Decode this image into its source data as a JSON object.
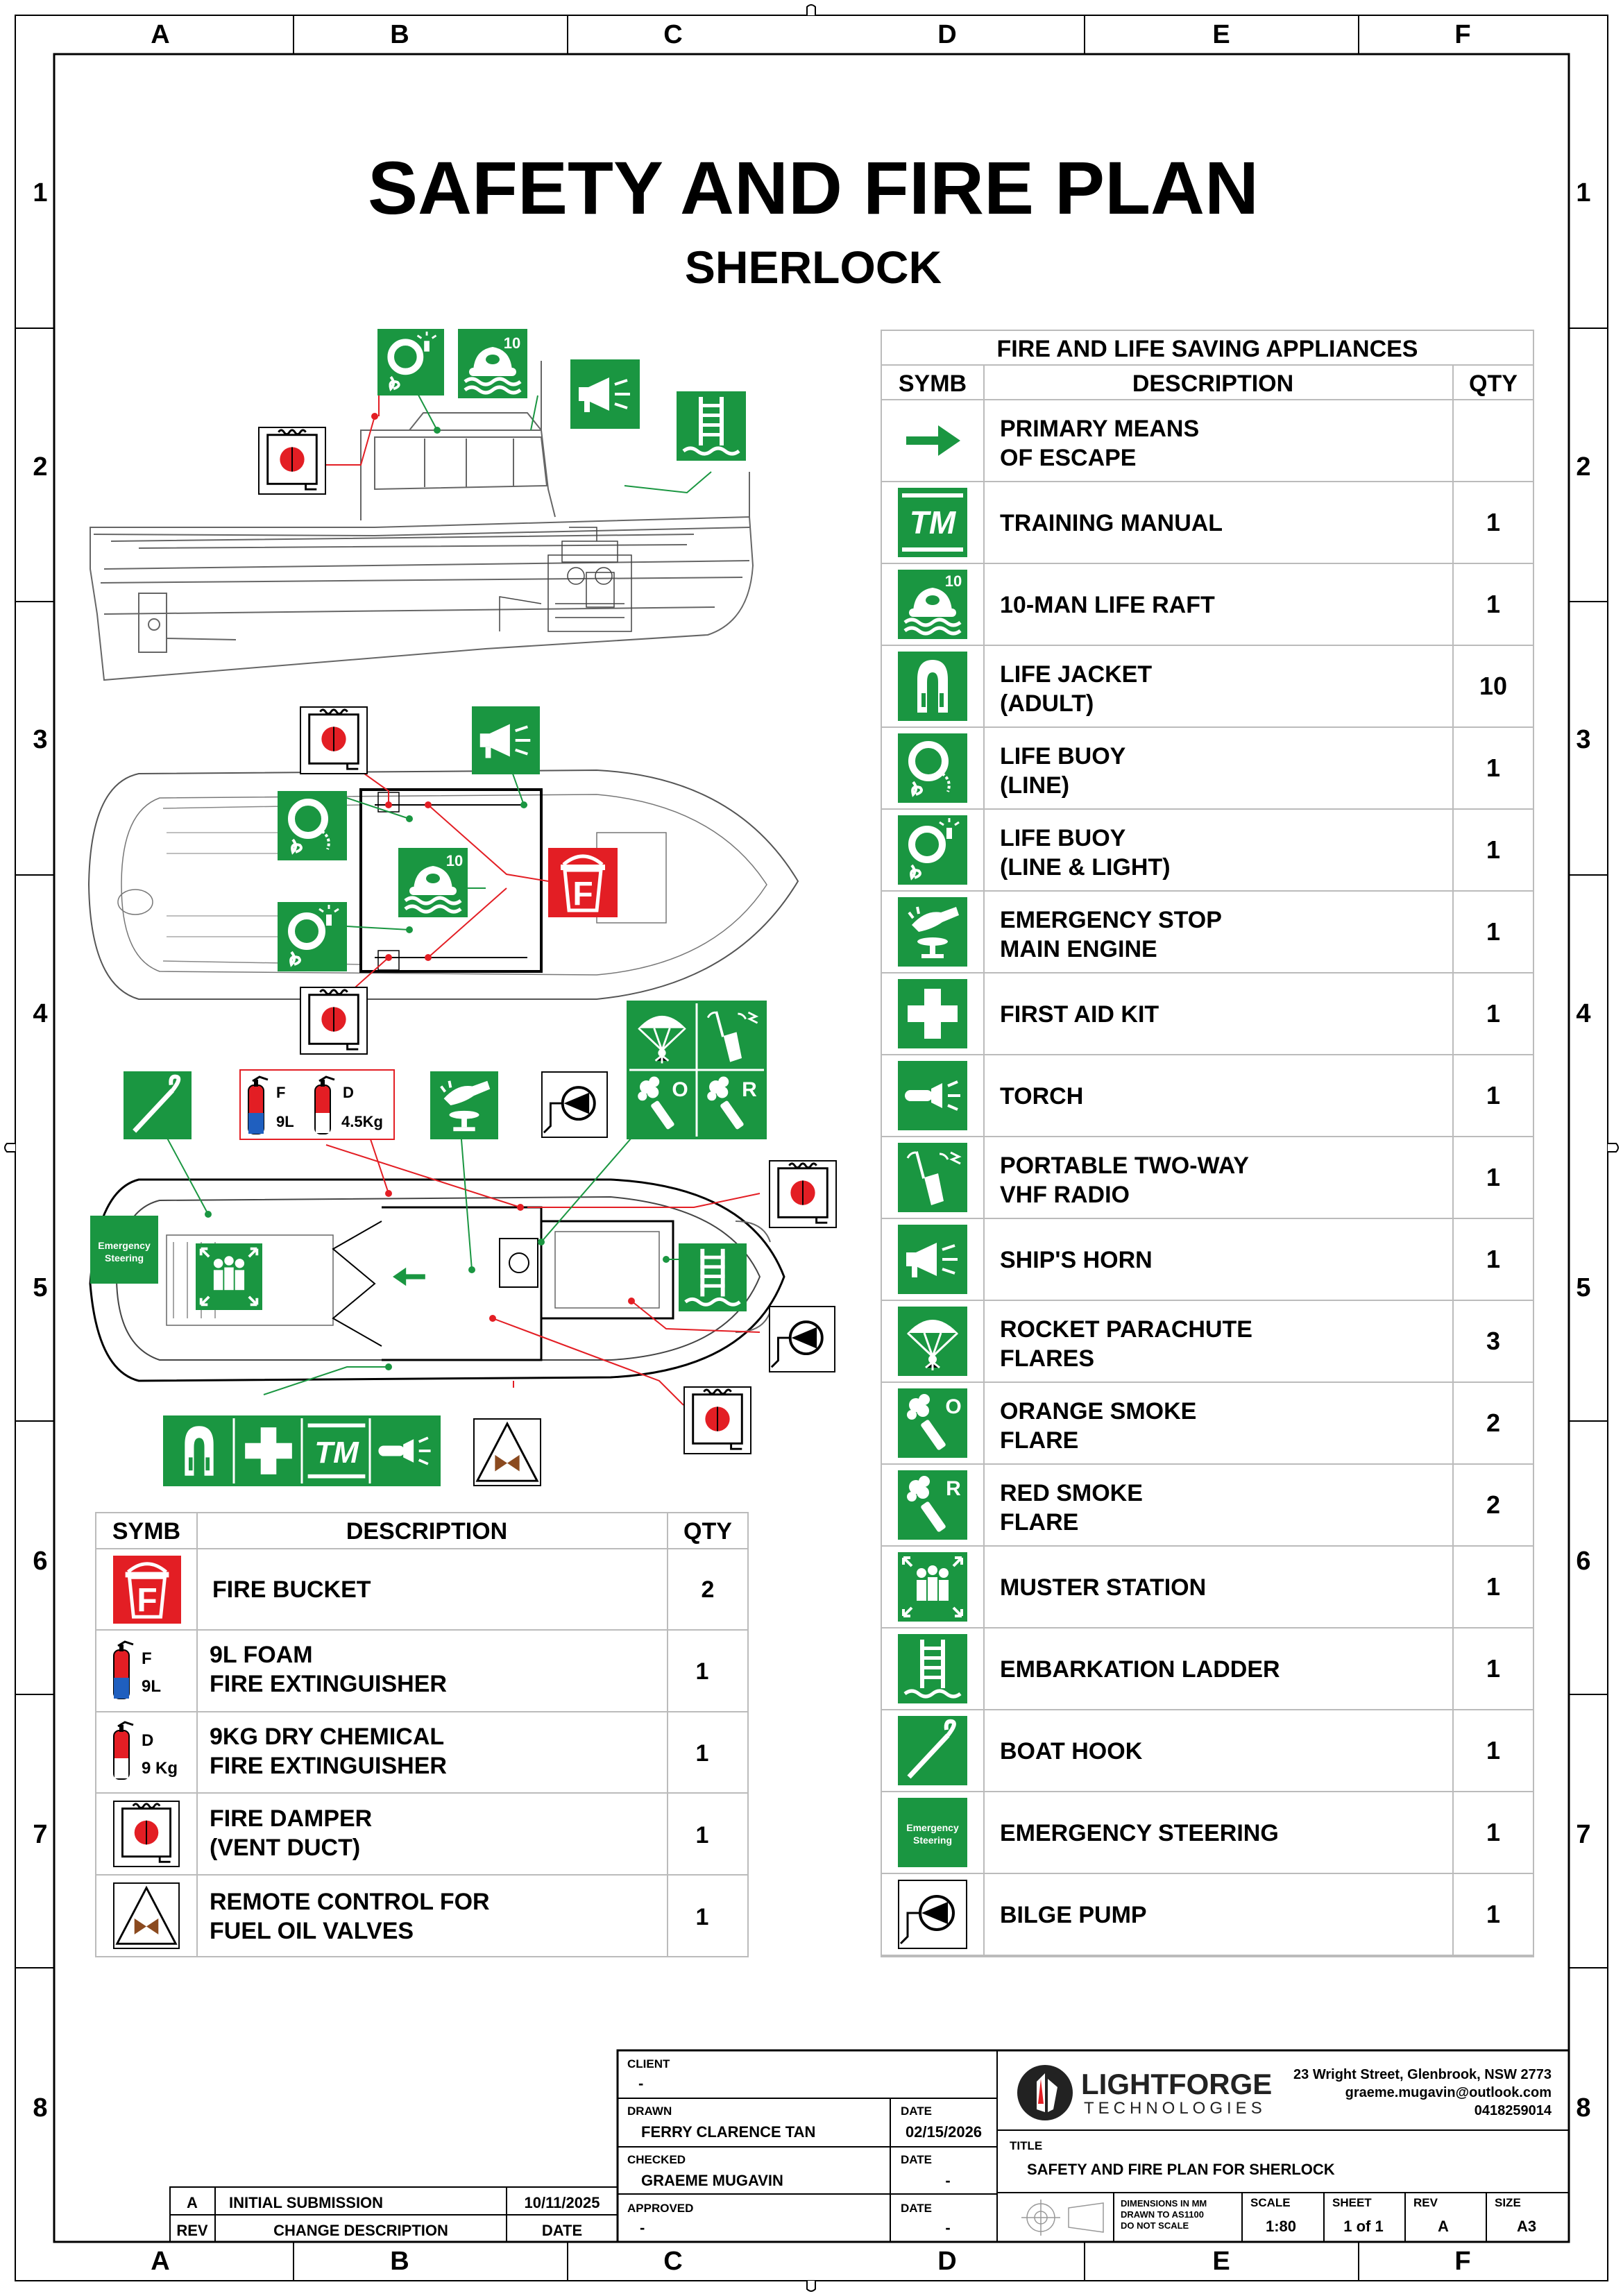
{
  "grid": {
    "columns": [
      "A",
      "B",
      "C",
      "D",
      "E",
      "F"
    ],
    "rows": [
      "1",
      "2",
      "3",
      "4",
      "5",
      "6",
      "7",
      "8"
    ]
  },
  "title": "SAFETY AND FIRE PLAN",
  "subtitle": "SHERLOCK",
  "lsa_table": {
    "caption": "FIRE AND LIFE SAVING APPLIANCES",
    "headers": {
      "symb": "SYMB",
      "description": "DESCRIPTION",
      "qty": "QTY"
    },
    "rows": [
      {
        "icon": "primary-escape-arrow-icon",
        "line1": "PRIMARY MEANS",
        "line2": "OF ESCAPE",
        "qty": ""
      },
      {
        "icon": "training-manual-icon",
        "line1": "TRAINING MANUAL",
        "line2": "",
        "qty": "1"
      },
      {
        "icon": "life-raft-icon",
        "line1": "10-MAN LIFE RAFT",
        "line2": "",
        "qty": "1"
      },
      {
        "icon": "life-jacket-icon",
        "line1": "LIFE JACKET",
        "line2": "(ADULT)",
        "qty": "10"
      },
      {
        "icon": "life-buoy-line-icon",
        "line1": "LIFE BUOY",
        "line2": "(LINE)",
        "qty": "1"
      },
      {
        "icon": "life-buoy-light-icon",
        "line1": "LIFE BUOY",
        "line2": "(LINE & LIGHT)",
        "qty": "1"
      },
      {
        "icon": "emergency-stop-icon",
        "line1": "EMERGENCY STOP",
        "line2": "MAIN ENGINE",
        "qty": "1"
      },
      {
        "icon": "first-aid-icon",
        "line1": "FIRST AID KIT",
        "line2": "",
        "qty": "1"
      },
      {
        "icon": "torch-icon",
        "line1": "TORCH",
        "line2": "",
        "qty": "1"
      },
      {
        "icon": "vhf-radio-icon",
        "line1": "PORTABLE TWO-WAY",
        "line2": "VHF RADIO",
        "qty": "1"
      },
      {
        "icon": "ships-horn-icon",
        "line1": "SHIP'S HORN",
        "line2": "",
        "qty": "1"
      },
      {
        "icon": "parachute-flare-icon",
        "line1": "ROCKET PARACHUTE",
        "line2": "FLARES",
        "qty": "3"
      },
      {
        "icon": "orange-smoke-icon",
        "line1": "ORANGE SMOKE",
        "line2": "FLARE",
        "qty": "2"
      },
      {
        "icon": "red-smoke-icon",
        "line1": "RED SMOKE",
        "line2": "FLARE",
        "qty": "2"
      },
      {
        "icon": "muster-station-icon",
        "line1": "MUSTER STATION",
        "line2": "",
        "qty": "1"
      },
      {
        "icon": "embarkation-ladder-icon",
        "line1": "EMBARKATION LADDER",
        "line2": "",
        "qty": "1"
      },
      {
        "icon": "boat-hook-icon",
        "line1": "BOAT HOOK",
        "line2": "",
        "qty": "1"
      },
      {
        "icon": "emergency-steering-icon",
        "line1": "EMERGENCY STEERING",
        "line2": "",
        "qty": "1"
      },
      {
        "icon": "bilge-pump-icon",
        "line1": "BILGE PUMP",
        "line2": "",
        "qty": "1"
      }
    ]
  },
  "fire_table": {
    "headers": {
      "symb": "SYMB",
      "description": "DESCRIPTION",
      "qty": "QTY"
    },
    "rows": [
      {
        "icon": "fire-bucket-icon",
        "line1": "FIRE BUCKET",
        "line2": "",
        "qty": "2"
      },
      {
        "icon": "foam-extinguisher-icon",
        "line1": "9L FOAM",
        "line2": "FIRE EXTINGUISHER",
        "qty": "1"
      },
      {
        "icon": "dry-chemical-extinguisher-icon",
        "line1": "9KG DRY CHEMICAL",
        "line2": "FIRE EXTINGUISHER",
        "qty": "1"
      },
      {
        "icon": "fire-damper-icon",
        "line1": "FIRE DAMPER",
        "line2": "(VENT DUCT)",
        "qty": "1"
      },
      {
        "icon": "fuel-valve-remote-icon",
        "line1": "REMOTE CONTROL FOR",
        "line2": "FUEL OIL VALVES",
        "qty": "1"
      }
    ]
  },
  "icon_text": {
    "tm": "TM",
    "raft_capacity": "10",
    "fire_bucket_letter": "F",
    "emergency_steering_line1": "Emergency",
    "emergency_steering_line2": "Steering",
    "orange_letter": "O",
    "red_letter": "R",
    "foam_letter": "F",
    "foam_size": "9L",
    "dry_letter": "D",
    "dry_size_legend": "9 Kg",
    "dry_size_plan": "4.5Kg"
  },
  "title_block": {
    "client_label": "CLIENT",
    "client_value": "-",
    "drawn_label": "DRAWN",
    "drawn_value": "FERRY CLARENCE TAN",
    "drawn_date_label": "DATE",
    "drawn_date": "02/15/2026",
    "checked_label": "CHECKED",
    "checked_value": "GRAEME MUGAVIN",
    "checked_date_label": "DATE",
    "checked_date": "-",
    "approved_label": "APPROVED",
    "approved_value": "-",
    "approved_date_label": "DATE",
    "approved_date": "-",
    "company_name": "LIGHTFORGE",
    "company_sub": "TECHNOLOGIES",
    "address": "23 Wright Street, Glenbrook, NSW 2773",
    "email": "graeme.mugavin@outlook.com",
    "phone": "0418259014",
    "title_label": "TITLE",
    "title_value": "SAFETY AND FIRE PLAN FOR SHERLOCK",
    "dims_line1": "DIMENSIONS IN MM",
    "dims_line2": "DRAWN TO AS1100",
    "dims_line3": "DO NOT SCALE",
    "scale_label": "SCALE",
    "scale_value": "1:80",
    "sheet_label": "SHEET",
    "sheet_value": "1 of 1",
    "rev_label": "REV",
    "rev_value": "A",
    "size_label": "SIZE",
    "size_value": "A3"
  },
  "revision": {
    "rev": "A",
    "description": "INITIAL SUBMISSION",
    "date": "10/11/2025",
    "header_rev": "REV",
    "header_desc": "CHANGE DESCRIPTION",
    "header_date": "DATE"
  },
  "colors": {
    "safety_green": "#1a9641",
    "fire_red": "#e31e24",
    "foam_blue": "#1f5fbf",
    "valve_brown": "#8b4a1f",
    "line_grey": "#8a8a8a"
  }
}
